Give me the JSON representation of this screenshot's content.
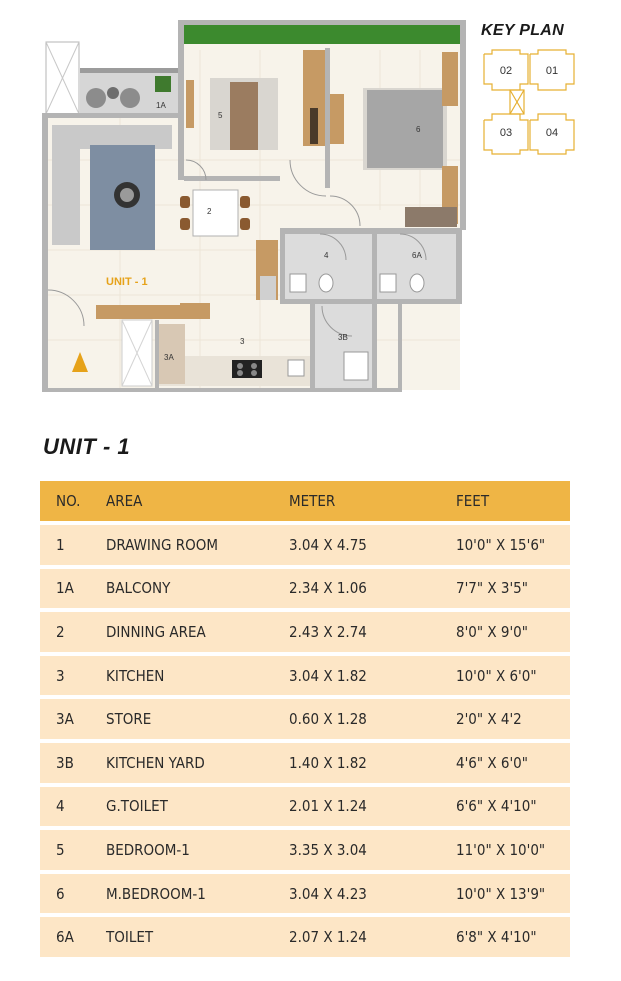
{
  "plan": {
    "unit_label": "UNIT - 1",
    "room_labels": [
      "1A",
      "2",
      "3",
      "3A",
      "3B",
      "4",
      "5",
      "6",
      "6A"
    ],
    "colors": {
      "wall": "#b4b4b4",
      "floor": "#f7f3ea",
      "wet_floor": "#dcdcdc",
      "wood": "#c69a64",
      "sofa": "#c9c9c9",
      "rug": "#7e8ea2",
      "grass": "#3c8a2e",
      "unit_label": "#e6a21a",
      "north_arrow": "#e6a21a"
    }
  },
  "key_plan": {
    "title": "KEY PLAN",
    "units": [
      "02",
      "01",
      "03",
      "04"
    ],
    "color": "#e6b033"
  },
  "table": {
    "heading": "UNIT - 1",
    "columns": [
      "NO.",
      "AREA",
      "METER",
      "FEET"
    ],
    "header_color": "#efb545",
    "row_color": "#fde6c6",
    "rows": [
      {
        "no": "1",
        "area": "DRAWING ROOM",
        "meter": "3.04 X 4.75",
        "feet": "10'0\" X 15'6\""
      },
      {
        "no": "1A",
        "area": "BALCONY",
        "meter": "2.34 X 1.06",
        "feet": "7'7\" X 3'5\""
      },
      {
        "no": "2",
        "area": "DINNING AREA",
        "meter": "2.43 X 2.74",
        "feet": "8'0\" X 9'0\""
      },
      {
        "no": "3",
        "area": "KITCHEN",
        "meter": "3.04 X 1.82",
        "feet": "10'0\" X 6'0\""
      },
      {
        "no": "3A",
        "area": "STORE",
        "meter": "0.60 X 1.28",
        "feet": "2'0\" X 4'2"
      },
      {
        "no": "3B",
        "area": "KITCHEN YARD",
        "meter": "1.40 X 1.82",
        "feet": "4'6\" X 6'0\""
      },
      {
        "no": "4",
        "area": "G.TOILET",
        "meter": "2.01 X 1.24",
        "feet": "6'6\" X 4'10\""
      },
      {
        "no": "5",
        "area": "BEDROOM-1",
        "meter": "3.35 X 3.04",
        "feet": "11'0\" X 10'0\""
      },
      {
        "no": "6",
        "area": "M.BEDROOM-1",
        "meter": "3.04 X 4.23",
        "feet": "10'0\" X 13'9\""
      },
      {
        "no": "6A",
        "area": "TOILET",
        "meter": "2.07 X 1.24",
        "feet": "6'8\" X 4'10\""
      }
    ]
  }
}
